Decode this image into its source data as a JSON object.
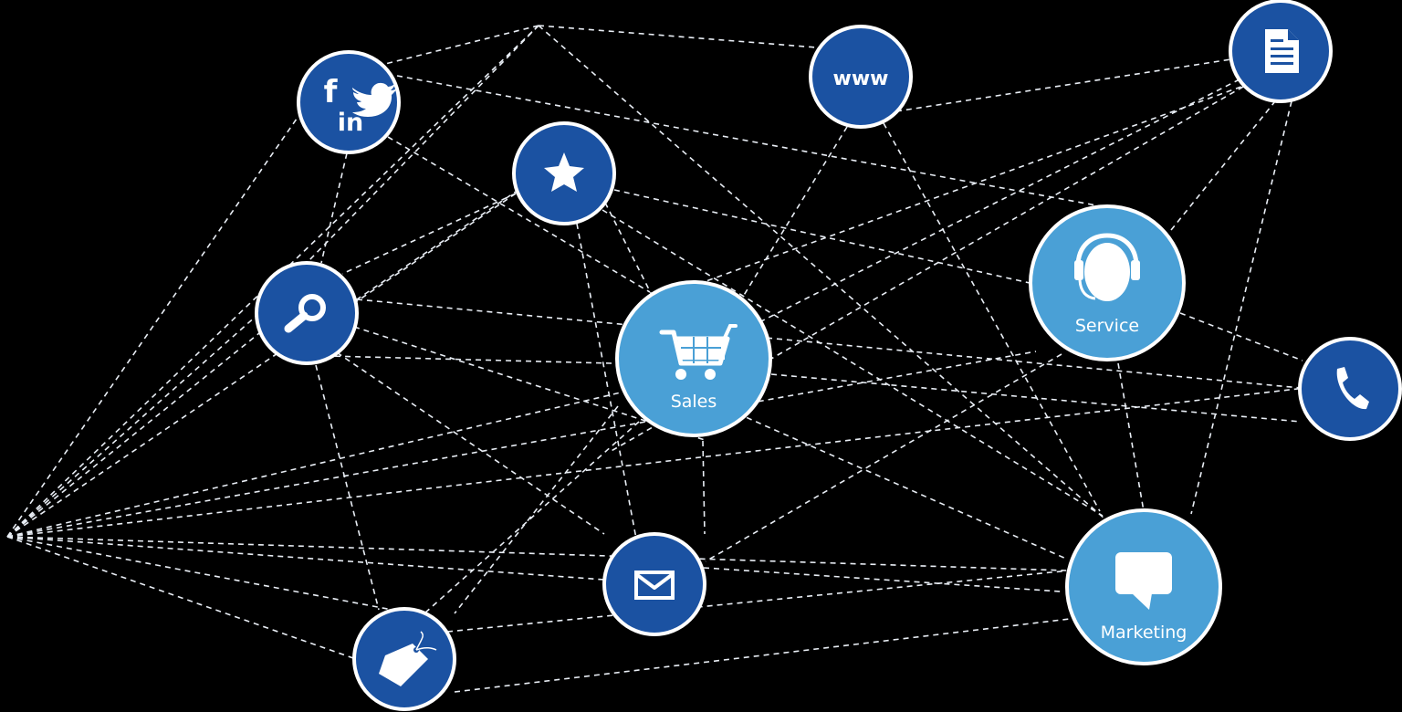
{
  "diagram": {
    "nodes": {
      "sales": {
        "label": "Sales",
        "icon": "shopping-cart-icon"
      },
      "service": {
        "label": "Service",
        "icon": "headset-agent-icon"
      },
      "marketing": {
        "label": "Marketing",
        "icon": "speech-bubble-icon"
      },
      "social": {
        "icon": "social-media-icon",
        "glyphs": {
          "facebook": "f",
          "linkedin": "in"
        }
      },
      "star": {
        "icon": "star-icon"
      },
      "web": {
        "text": "www",
        "icon": "web-icon"
      },
      "document": {
        "icon": "document-icon"
      },
      "search": {
        "icon": "search-icon"
      },
      "phone": {
        "icon": "phone-icon"
      },
      "email": {
        "icon": "envelope-icon"
      },
      "tag": {
        "icon": "price-tag-icon"
      }
    },
    "colors": {
      "background": "#000000",
      "primary_node": "#1b52a2",
      "hub_node": "#4aa0d6",
      "outline": "#ffffff",
      "connector": "#e9eef5"
    }
  }
}
